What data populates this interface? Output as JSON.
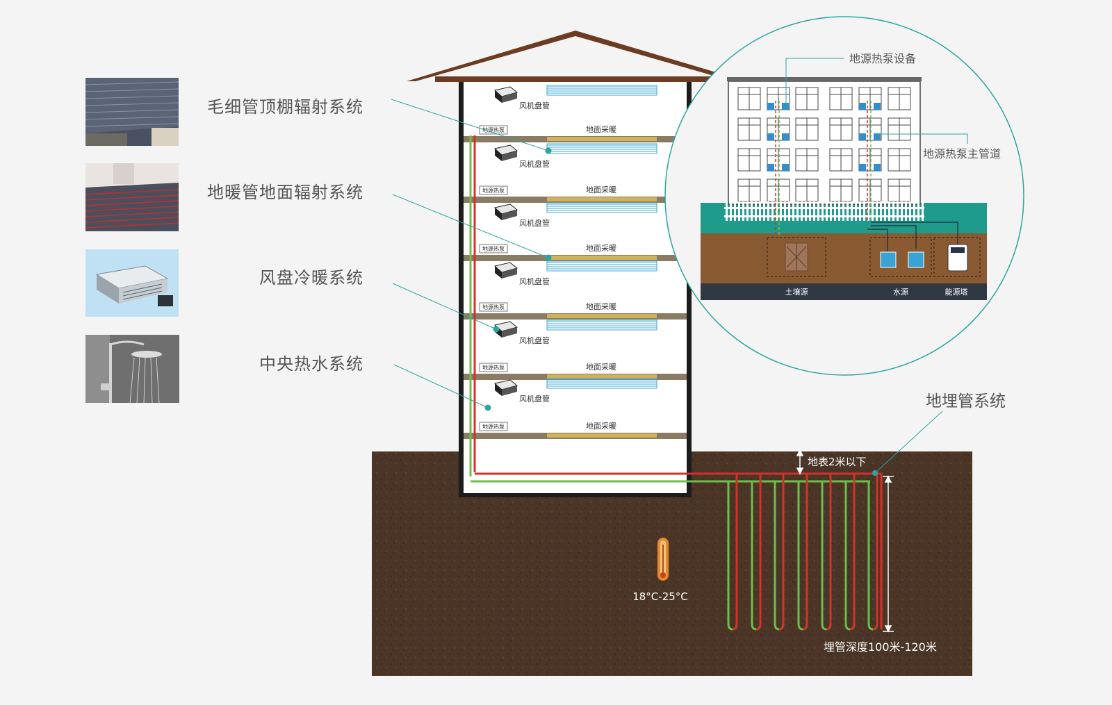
{
  "systems": [
    {
      "label": "毛细管顶棚辐射系统",
      "thumb_icon": "ceiling-capillary-photo"
    },
    {
      "label": "地暖管地面辐射系统",
      "thumb_icon": "floor-heating-pipe-photo"
    },
    {
      "label": "风盘冷暖系统",
      "thumb_icon": "fan-coil-unit-photo"
    },
    {
      "label": "中央热水系统",
      "thumb_icon": "shower-photo"
    }
  ],
  "building": {
    "floor_unit_label": "风机盘管",
    "floor_heating_label": "地面采暖",
    "heat_pump_label": "地源热泵",
    "floor_count": 6
  },
  "ground": {
    "depth_label": "地表2米以下",
    "pipe_depth_label": "埋管深度100米-120米",
    "temperature_label": "18°C-25°C",
    "buried_system_label": "地埋管系统"
  },
  "inset": {
    "equipment_label": "地源热泵设备",
    "main_pipe_label": "地源热泵主管道",
    "sources": [
      "土壤源",
      "水源",
      "能源塔"
    ]
  },
  "colors": {
    "supply_pipe": "#d2322a",
    "return_pipe": "#6cbf4a",
    "accent": "#2aa6a0",
    "soil": "#4a3526",
    "teal_ground": "#1f9b8c"
  }
}
